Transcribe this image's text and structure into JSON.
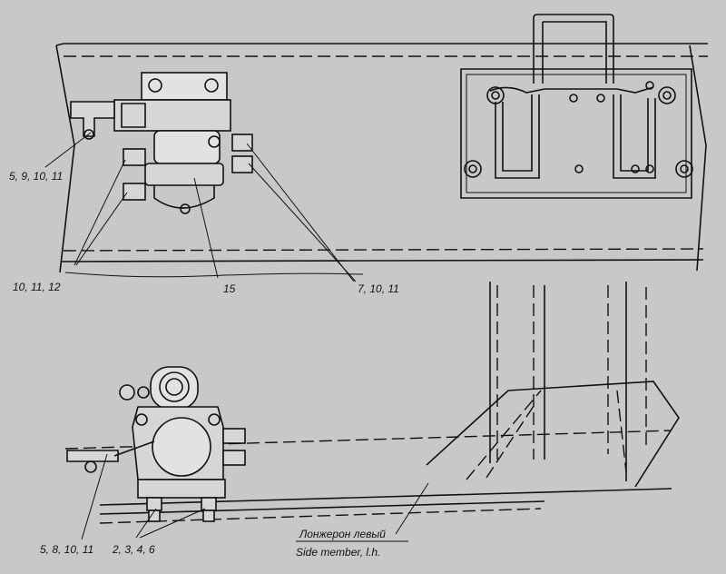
{
  "callouts": {
    "top_5_9_10_11": "5, 9, 10, 11",
    "top_10_11_12": "10, 11, 12",
    "top_15": "15",
    "top_7_10_11": "7, 10, 11",
    "bottom_5_8_10_11": "5, 8, 10, 11",
    "bottom_2_3_4_6": "2, 3, 4, 6"
  },
  "side_member": {
    "label_ru": "Лонжерон левый",
    "label_en": "Side member, l.h."
  }
}
